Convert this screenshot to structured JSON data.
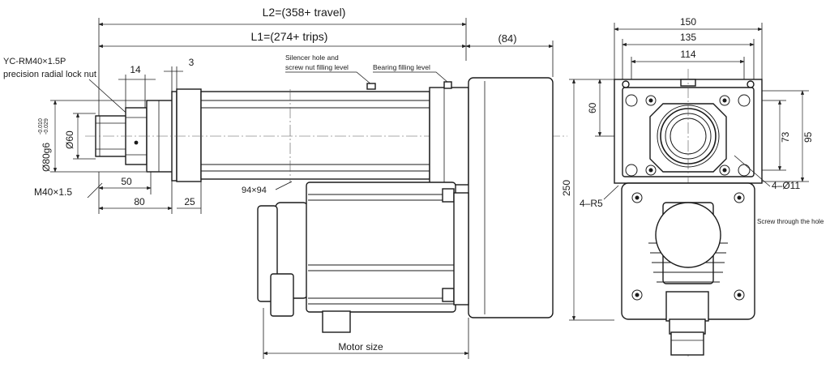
{
  "labels": {
    "l2": "L2=(358+ travel)",
    "l1": "L1=(274+ trips)",
    "d84": "(84)",
    "nut_line1": "YC-RM40×1.5P",
    "nut_line2": "precision radial lock nut",
    "d14": "14",
    "d3": "3",
    "silencer1": "Silencer hole and",
    "silencer2": "screw nut filling level",
    "bearing": "Bearing filling level",
    "d80g6": "Ø80g6",
    "tol_hi": "-0.010",
    "tol_lo": "-0.029",
    "d60": "Ø60",
    "d50": "50",
    "m40": "M40×1.5",
    "d80": "80",
    "d25": "25",
    "d94": "94×94",
    "motor": "Motor size",
    "d150": "150",
    "d135": "135",
    "d114": "114",
    "d60v": "60",
    "d250": "250",
    "d73": "73",
    "d95": "95",
    "r5": "4–R5",
    "hole": "4–Ø11",
    "screw": "Screw through the hole"
  }
}
